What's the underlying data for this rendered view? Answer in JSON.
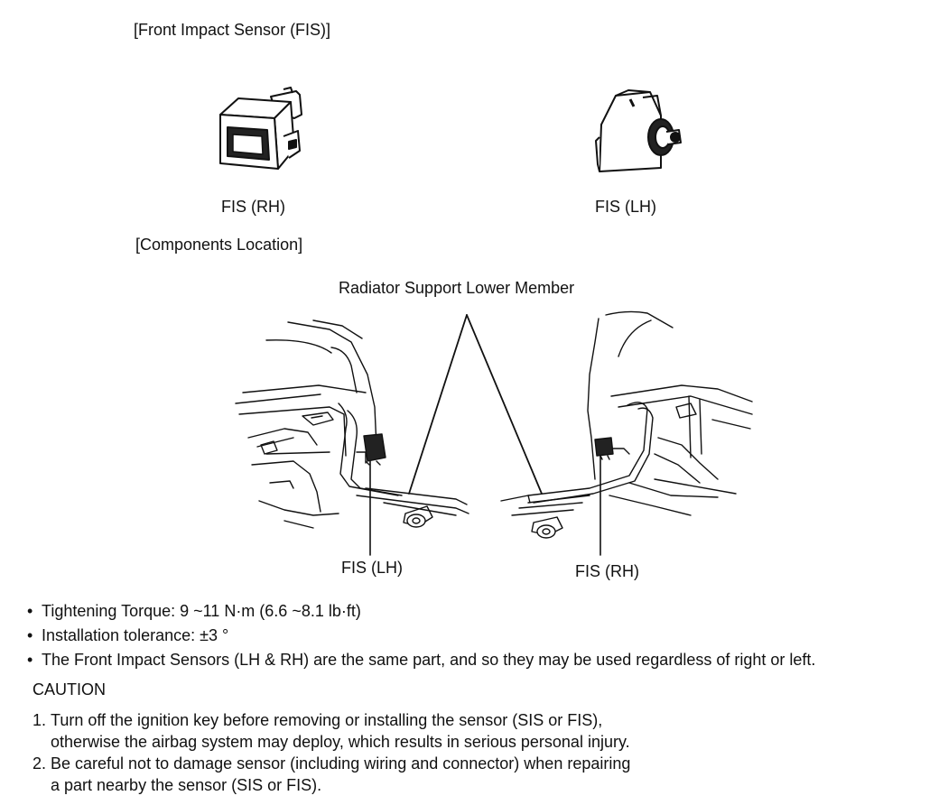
{
  "header": {
    "fis_title": "[Front Impact Sensor (FIS)]",
    "components_title": "[Components Location]"
  },
  "sensors": {
    "rh_label": "FIS (RH)",
    "lh_label": "FIS (LH)"
  },
  "location_diagram": {
    "callout": "Radiator Support Lower Member",
    "lh_label": "FIS (LH)",
    "rh_label": "FIS (RH)"
  },
  "notes": [
    "Tightening Torque: 9 ~11 N·m (6.6 ~8.1 lb·ft)",
    "Installation tolerance: ±3 °",
    "The Front Impact Sensors (LH & RH) are the same part, and so they may be used regardless of right or left."
  ],
  "caution": {
    "title": "CAUTION",
    "items": [
      {
        "num": "1.",
        "text": "Turn off the ignition key before removing or installing the sensor (SIS or FIS),\notherwise the airbag system may deploy, which results in serious personal injury."
      },
      {
        "num": "2.",
        "text": "Be careful not to damage sensor (including wiring and connector) when repairing\na part nearby the sensor (SIS or FIS)."
      }
    ]
  }
}
